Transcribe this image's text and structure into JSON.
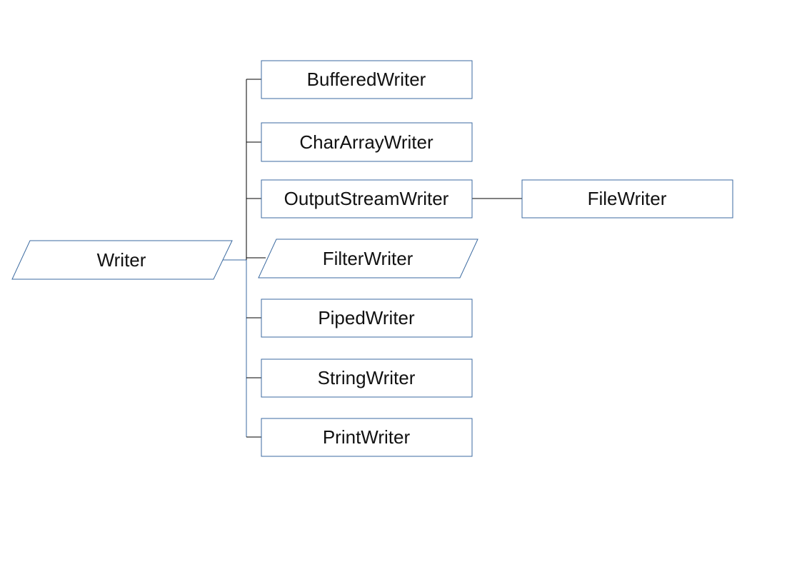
{
  "diagram": {
    "root": {
      "label": "Writer",
      "shape": "parallelogram"
    },
    "children": [
      {
        "label": "BufferedWriter",
        "shape": "rectangle"
      },
      {
        "label": "CharArrayWriter",
        "shape": "rectangle"
      },
      {
        "label": "OutputStreamWriter",
        "shape": "rectangle"
      },
      {
        "label": "FilterWriter",
        "shape": "parallelogram"
      },
      {
        "label": "PipedWriter",
        "shape": "rectangle"
      },
      {
        "label": "StringWriter",
        "shape": "rectangle"
      },
      {
        "label": "PrintWriter",
        "shape": "rectangle"
      }
    ],
    "grandchild": {
      "label": "FileWriter",
      "shape": "rectangle",
      "parent": "OutputStreamWriter"
    }
  },
  "colors": {
    "box_border": "#3b6aa0",
    "connector": "#000000",
    "text": "#111111"
  }
}
